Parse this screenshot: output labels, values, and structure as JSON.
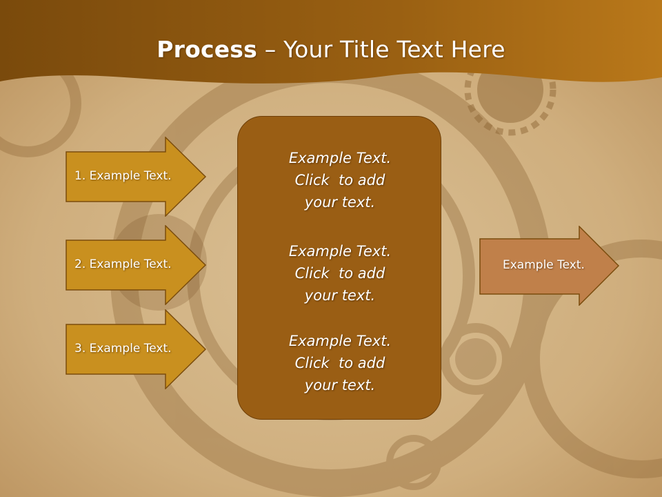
{
  "title": {
    "bold": "Process",
    "separator": " – ",
    "rest": "Your Title Text Here"
  },
  "left_steps": [
    {
      "label": "1. Example Text."
    },
    {
      "label": "2. Example Text."
    },
    {
      "label": "3. Example Text."
    }
  ],
  "center_box": {
    "paragraphs": [
      {
        "line1": "Example Text.",
        "line2": "Click  to add",
        "line3": "your text."
      },
      {
        "line1": "Example Text.",
        "line2": "Click  to add",
        "line3": "your text."
      },
      {
        "line1": "Example Text.",
        "line2": "Click  to add",
        "line3": "your text."
      }
    ]
  },
  "right_arrow": {
    "label": "Example Text."
  },
  "colors": {
    "header_band": "#8a5410",
    "header_band_light": "#b87818",
    "arrow_fill": "#c9901f",
    "arrow_stroke": "#7a4c0d",
    "center_fill": "#9a5e14",
    "right_arrow_fill": "#c0804a"
  },
  "icons": [
    "gear-icon"
  ]
}
